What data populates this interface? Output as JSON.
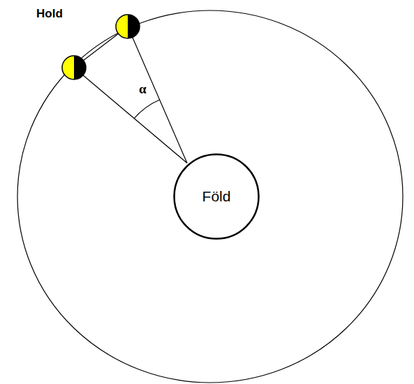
{
  "diagram": {
    "nodes": [
      {
        "text": [
          "Föld"
        ]
      }
    ],
    "labels": [
      "Hold",
      "α"
    ]
  }
}
